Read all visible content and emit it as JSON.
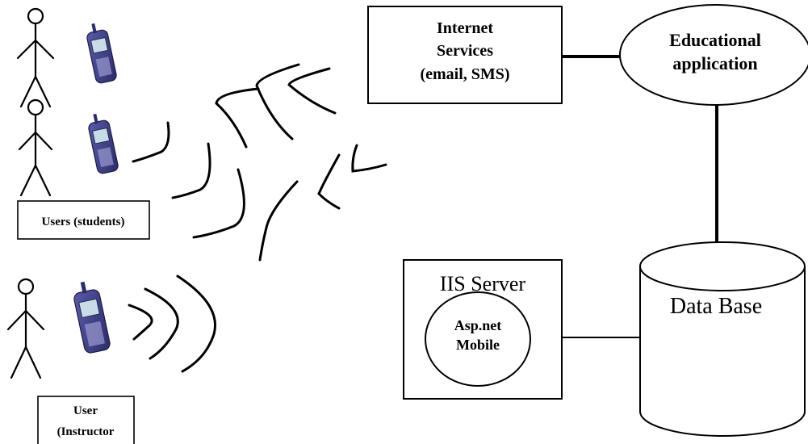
{
  "internet_services": {
    "line1": "Internet",
    "line2": "Services",
    "line3": "(email, SMS)"
  },
  "educational_app": {
    "line1": "Educational",
    "line2": "application"
  },
  "iis_server": {
    "title": "IIS Server",
    "asp_line1": "Asp.net",
    "asp_line2": "Mobile"
  },
  "database": {
    "label": "Data Base"
  },
  "students": {
    "label": "Users (students)"
  },
  "instructor": {
    "line1": "User",
    "line2": "(Instructor"
  }
}
